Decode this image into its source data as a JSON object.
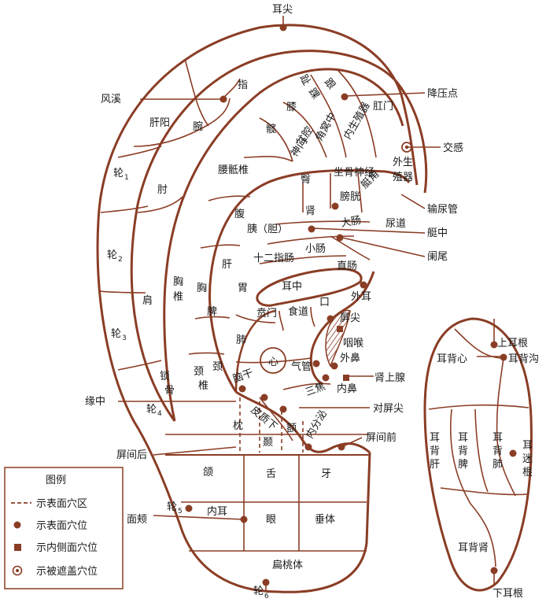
{
  "colors": {
    "line": "#8a3d25",
    "text": "#1a1a1a",
    "background": "#ffffff"
  },
  "legend": {
    "title": "图例",
    "items": [
      {
        "symbol": "dashed-line",
        "label": "示表面穴区"
      },
      {
        "symbol": "dot",
        "label": "示表面穴位"
      },
      {
        "symbol": "square",
        "label": "示内侧面穴位"
      },
      {
        "symbol": "ring",
        "label": "示被遮盖穴位"
      }
    ]
  },
  "front": {
    "callouts": {
      "ear_apex": "耳尖",
      "wind_stream": "风溪",
      "bp_lowering": "降压点",
      "sympathetic": "交感",
      "ureter": "输尿管",
      "cymba_center": "艇中",
      "appendix": "阑尾",
      "helix_tubercle": "缘中",
      "tragus_tip": "对屏尖",
      "adrenal": "肾上腺",
      "anterior_intertragic": "屏间前",
      "posterior_intertragic": "屏间后",
      "helix5": "轮",
      "helix5_sub": "5",
      "cheek": "面颊",
      "helix6": "轮",
      "helix6_sub": "6"
    },
    "scapha": {
      "helix1": "轮",
      "helix1_sub": "1",
      "helix2": "轮",
      "helix2_sub": "2",
      "helix3": "轮",
      "helix3_sub": "3",
      "helix4": "轮",
      "helix4_sub": "4",
      "liver_yang": "肝阳",
      "wrist": "腕",
      "finger": "指",
      "elbow": "肘",
      "shoulder": "肩",
      "clavicle": "锁骨"
    },
    "antihelix": {
      "heel": "跟",
      "toe": "趾",
      "ankle": "踝",
      "knee": "膝",
      "hip": "髋",
      "lumbosacral": "腰骶椎",
      "thoracic": "胸椎",
      "cervical": "颈椎",
      "abdomen": "腹",
      "chest": "胸",
      "neck": "颈",
      "buttock": "臀",
      "sciatic": "坐骨神经"
    },
    "fossa": {
      "shenmen": "神门",
      "pelvis": "盆腔",
      "triangle_center": "角窝中",
      "inner_genitals": "内生殖器",
      "anus": "肛门",
      "external_genitals": "外生殖器",
      "cymba_angle": "艇角"
    },
    "concha": {
      "kidney": "肾",
      "bladder": "膀胱",
      "large_intestine": "大肠",
      "urethra": "尿道",
      "pancreas_gb": "胰（胆）",
      "small_intestine": "小肠",
      "duodenum": "十二指肠",
      "liver": "肝",
      "stomach": "胃",
      "spleen": "脾",
      "lung": "肺",
      "ear_center": "耳中",
      "cardia": "贲门",
      "esophagus": "食道",
      "mouth": "口",
      "rectum": "直肠",
      "heart": "心",
      "trachea": "气管",
      "sanjiao": "三焦",
      "endocrine": "内分泌"
    },
    "tragus": {
      "outer_ear": "外耳",
      "tragus_apex": "屏尖",
      "pharynx": "咽喉",
      "outer_nose": "外鼻",
      "inner_nose": "内鼻"
    },
    "antitragus": {
      "brainstem": "脑干",
      "forehead": "额",
      "occiput": "枕",
      "subcortex": "皮质下",
      "temple": "颞"
    },
    "lobe": {
      "jaw": "颌",
      "tongue": "舌",
      "teeth": "牙",
      "inner_ear": "内耳",
      "eye": "眼",
      "anterior_lobe": "垂体",
      "tonsil": "扁桃体"
    }
  },
  "back": {
    "upper_root": "上耳根",
    "heart": "耳背心",
    "groove": "耳背沟",
    "liver": "耳背肝",
    "spleen": "耳背脾",
    "lung": "耳背肺",
    "vagus_root": "耳迷根",
    "kidney": "耳背肾",
    "lower_root": "下耳根"
  }
}
